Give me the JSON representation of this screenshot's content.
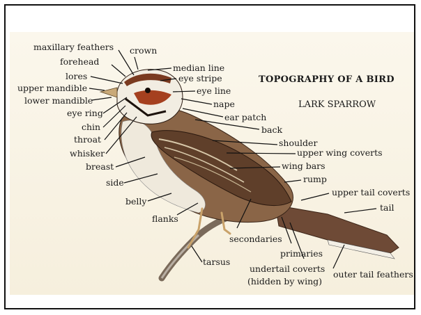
{
  "title": "TOPOGRAPHY OF A BIRD",
  "species": "LARK SPARROW",
  "labels": {
    "maxillary_feathers": "maxillary feathers",
    "crown": "crown",
    "forehead": "forehead",
    "median_line": "median line",
    "lores": "lores",
    "eye_stripe": "eye stripe",
    "upper_mandible": "upper mandible",
    "eye_line": "eye line",
    "lower_mandible": "lower mandible",
    "nape": "nape",
    "eye_ring": "eye ring",
    "ear_patch": "ear patch",
    "chin": "chin",
    "back": "back",
    "throat": "throat",
    "shoulder": "shoulder",
    "whisker": "whisker",
    "upper_wing_coverts": "upper wing coverts",
    "breast": "breast",
    "wing_bars": "wing bars",
    "side": "side",
    "rump": "rump",
    "upper_tail_coverts": "upper tail coverts",
    "tail": "tail",
    "belly": "belly",
    "flanks": "flanks",
    "secondaries": "secondaries",
    "primaries": "primaries",
    "tarsus": "tarsus",
    "undertail_coverts": "undertail coverts",
    "hidden_by_wing": "(hidden by wing)",
    "outer_tail_feathers": "outer tail feathers"
  }
}
